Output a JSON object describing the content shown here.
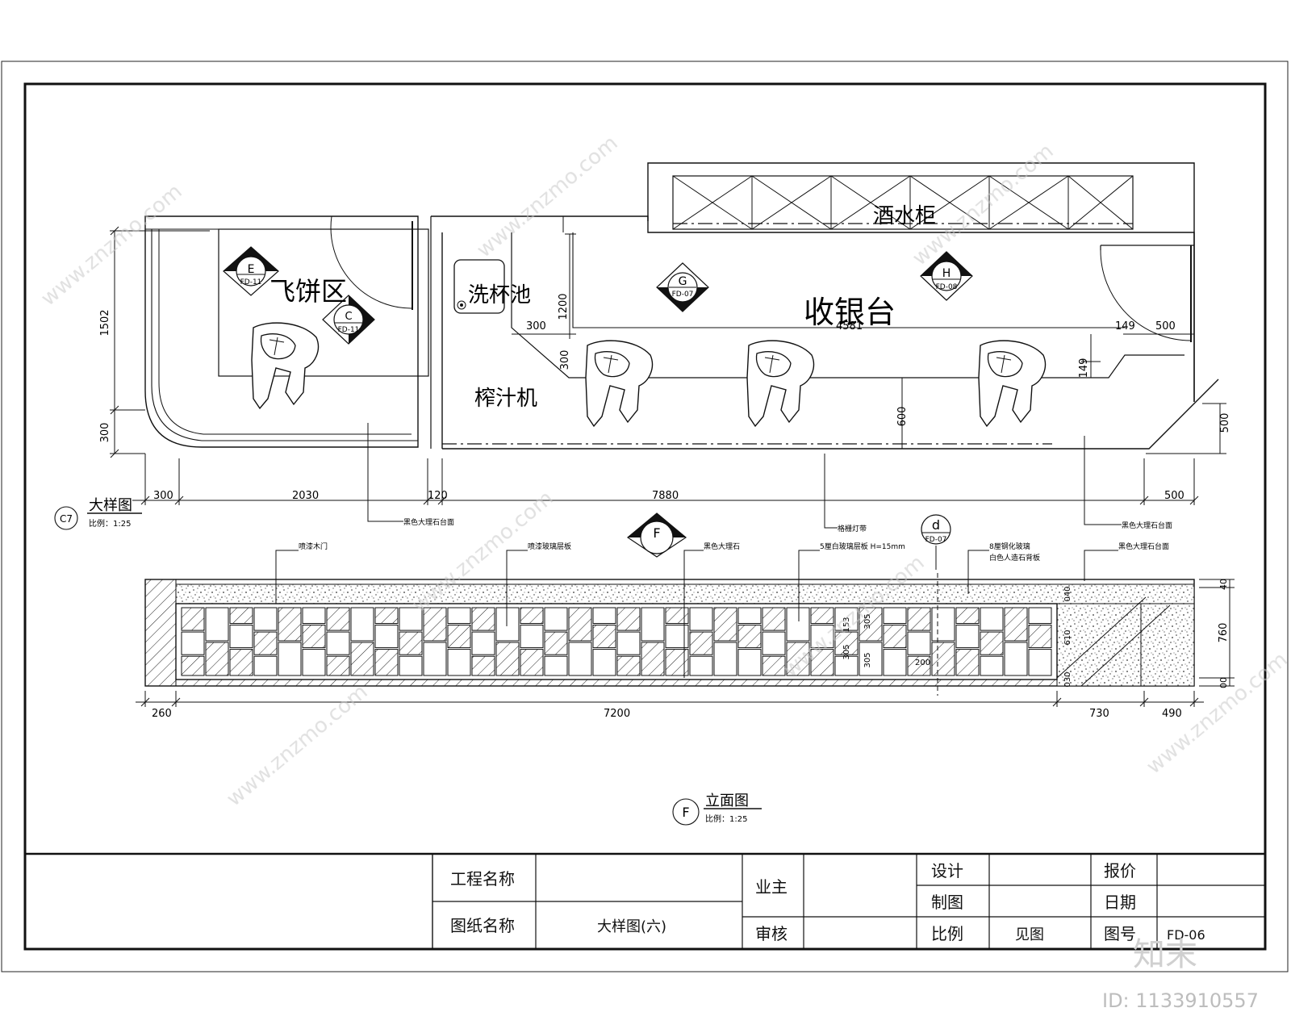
{
  "plan": {
    "areas": {
      "pancake": "飞饼区",
      "cup_sink": "洗杯池",
      "cashier": "收银台",
      "wine_cabinet": "酒水柜",
      "juicer": "榨汁机"
    },
    "markers": {
      "e_letter": "E",
      "e_ref": "FD-11",
      "c_letter": "C",
      "c_ref": "FD-11",
      "g_letter": "G",
      "g_ref": "FD-07",
      "h_letter": "H",
      "h_ref": "FD-08",
      "f_letter": "F",
      "d_letter": "d",
      "d_ref": "FD-07"
    },
    "dims": {
      "left_1502": "1502",
      "left_300": "300",
      "d1200": "1200",
      "d300a": "300",
      "d300b": "300",
      "d4581": "4581",
      "d149a": "149",
      "d149b": "149",
      "d500a": "500",
      "d600": "600",
      "d500r": "500",
      "b300": "300",
      "b2030": "2030",
      "b120": "120",
      "b7880": "7880",
      "b500": "500"
    },
    "title": "大样图",
    "scale": "比例：1:25",
    "title_num": "C7",
    "leaders": [
      "黑色大理石台面",
      "格栅灯带",
      "黑色大理石台面"
    ]
  },
  "elevation": {
    "callouts": [
      "喷漆木门",
      "喷漆玻璃层板",
      "黑色大理石",
      "5厘白玻璃层板 H=15mm",
      "8厘钢化玻璃",
      "白色人造石背板",
      "黑色大理石台面"
    ],
    "dims_bottom": [
      "260",
      "7200",
      "730",
      "490"
    ],
    "dims_right": [
      "40",
      "760",
      "00"
    ],
    "dims_inner": [
      "153",
      "305",
      "305",
      "305",
      "200",
      "040",
      "610",
      "030"
    ],
    "title": "立面图",
    "scale": "比例：1:25",
    "title_letter": "F"
  },
  "title_block": {
    "project_label": "工程名称",
    "drawing_label": "图纸名称",
    "drawing_value": "大样图(六)",
    "owner_label": "业主",
    "review_label": "审核",
    "design_label": "设计",
    "draft_label": "制图",
    "scale_label": "比例",
    "scale_value": "见图",
    "quote_label": "报价",
    "date_label": "日期",
    "number_label": "图号",
    "number_value": "FD-06"
  },
  "watermark": {
    "site": "www.znzmo.com",
    "brand": "知末",
    "id": "ID: 1133910557"
  }
}
